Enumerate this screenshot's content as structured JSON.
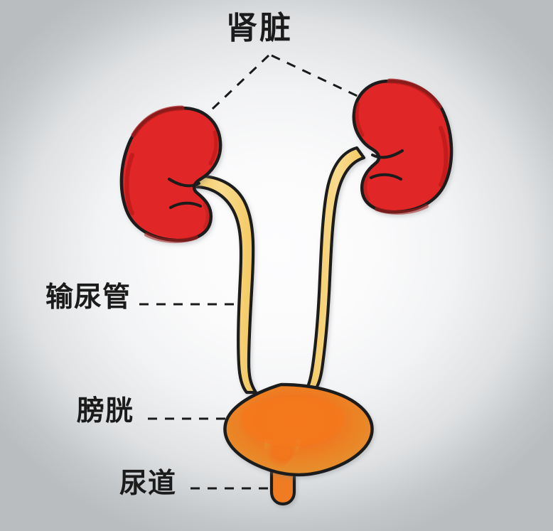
{
  "diagram": {
    "title": "肾脏",
    "subject": "urinary-system",
    "background": {
      "center_color": "#fcfcfd",
      "edge_color": "#bcc0c1"
    },
    "labels": [
      {
        "id": "kidneys",
        "text": "肾脏",
        "leader": "branching-dashed"
      },
      {
        "id": "ureter",
        "text": "输尿管",
        "leader": "horizontal-dashed"
      },
      {
        "id": "bladder",
        "text": "膀胱",
        "leader": "horizontal-dashed"
      },
      {
        "id": "urethra",
        "text": "尿道",
        "leader": "horizontal-dashed"
      }
    ],
    "parts": [
      {
        "id": "kidney-left",
        "name": "左肾",
        "fill": "#e02525",
        "shade": "#b01b1b",
        "outline": "#1a1a1a"
      },
      {
        "id": "kidney-right",
        "name": "右肾",
        "fill": "#e02525",
        "shade": "#b01b1b",
        "outline": "#1a1a1a"
      },
      {
        "id": "ureter-left",
        "name": "左输尿管",
        "fill": "#f7d680",
        "outline": "#1a1a1a"
      },
      {
        "id": "ureter-right",
        "name": "右输尿管",
        "fill": "#f7d680",
        "outline": "#1a1a1a"
      },
      {
        "id": "bladder",
        "name": "膀胱",
        "fill": "#e8872a",
        "highlight": "#f2701f",
        "outline": "#1a1a1a"
      },
      {
        "id": "urethra",
        "name": "尿道",
        "fill": "#ef7b22",
        "outline": "#1a1a1a"
      }
    ],
    "leader_color": "#1a1a1a",
    "text_color": "#1b1b1b"
  }
}
